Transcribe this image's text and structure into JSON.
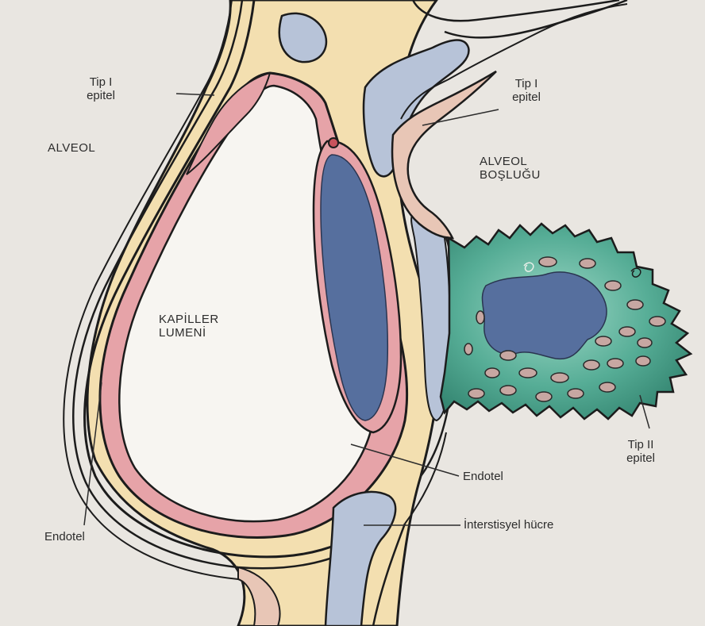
{
  "labels": {
    "tip1_epitel_left": [
      "Tip I",
      "epitel"
    ],
    "alveol": "ALVEOL",
    "tip1_epitel_right": [
      "Tip I",
      "epitel"
    ],
    "alveol_boslugu": [
      "ALVEOL",
      "BOŞLUĞU"
    ],
    "kapiller_lumeni": [
      "KAPİLLER",
      "LUMENİ"
    ],
    "tip2_epitel": [
      "Tip II",
      "epitel"
    ],
    "endotel_center": "Endotel",
    "interstisyel_hucre": "İnterstisyel hücre",
    "endotel_left": "Endotel"
  },
  "colors": {
    "background": "#e9e6e1",
    "interstitium": "#f3dfb0",
    "epithelium_type1": "#e8c6b6",
    "endothelium": "#e6a3a8",
    "interstitial_cell": "#b7c3d8",
    "nucleus": "#566f9e",
    "type2_cell": "#3f9a86",
    "outline": "#1c1c1c"
  }
}
